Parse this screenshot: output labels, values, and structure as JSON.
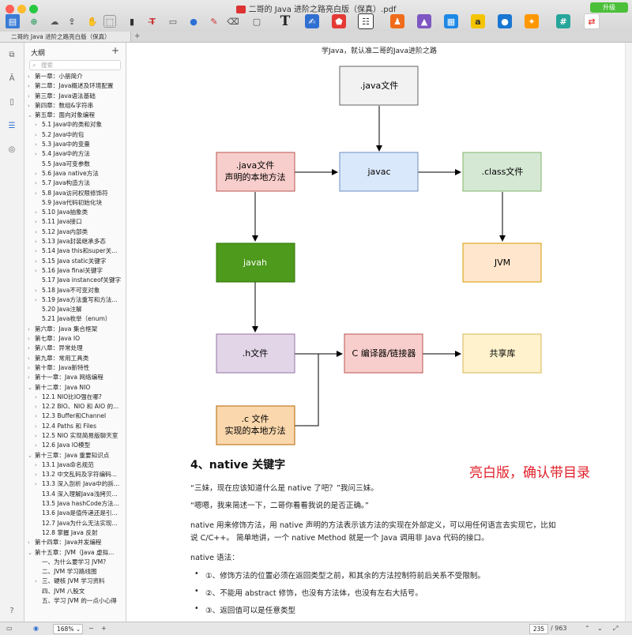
{
  "window": {
    "title": "二哥的 Java 进阶之路亮白版（保真）.pdf",
    "upgrade_label": "升级"
  },
  "tab": {
    "label": "二哥的 Java 进阶之路亮白版（保真）",
    "add": "+"
  },
  "sidebar": {
    "heading": "大纲",
    "add": "+",
    "search_placeholder": "搜索",
    "items": [
      {
        "label": "第一章：小册简介",
        "level": 0,
        "chevron": "›"
      },
      {
        "label": "第二章：Java概述及环境配置",
        "level": 0,
        "chevron": "›"
      },
      {
        "label": "第三章：Java语法基础",
        "level": 0,
        "chevron": "›"
      },
      {
        "label": "第四章：数组&字符串",
        "level": 0,
        "chevron": "›"
      },
      {
        "label": "第五章：面向对象编程",
        "level": 0,
        "chevron": "⌄"
      },
      {
        "label": "5.1 Java中的类和对象",
        "level": 1,
        "chevron": "›"
      },
      {
        "label": "5.2 Java中的包",
        "level": 1,
        "chevron": "›"
      },
      {
        "label": "5.3 Java中的变量",
        "level": 1,
        "chevron": "›"
      },
      {
        "label": "5.4 Java中的方法",
        "level": 1,
        "chevron": "›"
      },
      {
        "label": "5.5 Java可变参数",
        "level": 1,
        "chevron": ""
      },
      {
        "label": "5.6 Java native方法",
        "level": 1,
        "chevron": "›"
      },
      {
        "label": "5.7 Java构造方法",
        "level": 1,
        "chevron": "›"
      },
      {
        "label": "5.8 Java访问权限修饰符",
        "level": 1,
        "chevron": "›"
      },
      {
        "label": "5.9 Java代码初始化块",
        "level": 1,
        "chevron": ""
      },
      {
        "label": "5.10 Java抽象类",
        "level": 1,
        "chevron": "›"
      },
      {
        "label": "5.11 Java接口",
        "level": 1,
        "chevron": "›"
      },
      {
        "label": "5.12 Java内部类",
        "level": 1,
        "chevron": "›"
      },
      {
        "label": "5.13 Java封装继承多态",
        "level": 1,
        "chevron": "›"
      },
      {
        "label": "5.14 Java this和super关...",
        "level": 1,
        "chevron": "›"
      },
      {
        "label": "5.15 Java static关键字",
        "level": 1,
        "chevron": "›"
      },
      {
        "label": "5.16 Java final关键字",
        "level": 1,
        "chevron": "›"
      },
      {
        "label": "5.17 Java instanceof关键字",
        "level": 1,
        "chevron": ""
      },
      {
        "label": "5.18 Java不可变对象",
        "level": 1,
        "chevron": "›"
      },
      {
        "label": "5.19 Java方法重写和方法...",
        "level": 1,
        "chevron": "›"
      },
      {
        "label": "5.20 Java注解",
        "level": 1,
        "chevron": ""
      },
      {
        "label": "5.21 Java枚举（enum）",
        "level": 1,
        "chevron": ""
      },
      {
        "label": "第六章：Java 集合框架",
        "level": 0,
        "chevron": "›"
      },
      {
        "label": "第七章：Java IO",
        "level": 0,
        "chevron": "›"
      },
      {
        "label": "第八章：异常处理",
        "level": 0,
        "chevron": "›"
      },
      {
        "label": "第九章：常用工具类",
        "level": 0,
        "chevron": "›"
      },
      {
        "label": "第十章：Java新特性",
        "level": 0,
        "chevron": "›"
      },
      {
        "label": "第十一章：Java 网络编程",
        "level": 0,
        "chevron": "›"
      },
      {
        "label": "第十二章：Java NIO",
        "level": 0,
        "chevron": "⌄"
      },
      {
        "label": "12.1 NIO比IO强在哪?",
        "level": 1,
        "chevron": "›"
      },
      {
        "label": "12.2 BIO、NIO 和 AIO 的...",
        "level": 1,
        "chevron": "›"
      },
      {
        "label": "12.3 Buffer和Channel",
        "level": 1,
        "chevron": "›"
      },
      {
        "label": "12.4 Paths 和 Files",
        "level": 1,
        "chevron": "›"
      },
      {
        "label": "12.5 NIO 实现简易版聊天室",
        "level": 1,
        "chevron": "›"
      },
      {
        "label": "12.6 Java IO模型",
        "level": 1,
        "chevron": "›"
      },
      {
        "label": "第十三章：Java 重要知识点",
        "level": 0,
        "chevron": "⌄"
      },
      {
        "label": "13.1 Java命名规范",
        "level": 1,
        "chevron": "›"
      },
      {
        "label": "13.2 中文乱码及字符编码...",
        "level": 1,
        "chevron": "›"
      },
      {
        "label": "13.3 深入剖析 Java中的拆...",
        "level": 1,
        "chevron": "›"
      },
      {
        "label": "13.4 深入理解Java浅拷贝...",
        "level": 1,
        "chevron": ""
      },
      {
        "label": "13.5 Java hashCode方法...",
        "level": 1,
        "chevron": ""
      },
      {
        "label": "13.6 Java是值传递还是引...",
        "level": 1,
        "chevron": ""
      },
      {
        "label": "12.7 Java为什么无法实现...",
        "level": 1,
        "chevron": ""
      },
      {
        "label": "12.8 掌握 Java 反射",
        "level": 1,
        "chevron": ""
      },
      {
        "label": "第十四章：Java并发编程",
        "level": 0,
        "chevron": "›"
      },
      {
        "label": "第十五章：JVM（Java 虚拟...",
        "level": 0,
        "chevron": "⌄"
      },
      {
        "label": "一、为什么要学习 JVM?",
        "level": 1,
        "chevron": ""
      },
      {
        "label": "二、JVM 学习路线图",
        "level": 1,
        "chevron": ""
      },
      {
        "label": "三、硬核 JVM 学习资料",
        "level": 1,
        "chevron": "›"
      },
      {
        "label": "四、JVM 八股文",
        "level": 1,
        "chevron": ""
      },
      {
        "label": "五、学习 JVM 的一点小心得",
        "level": 1,
        "chevron": ""
      }
    ]
  },
  "document": {
    "page_header": "学Java，就认准二哥的Java进阶之路",
    "diagram": {
      "nodes": {
        "java_file": ".java文件",
        "native_src_1": ".java文件",
        "native_src_2": "声明的本地方法",
        "javac": "javac",
        "class_file": ".class文件",
        "javah": "javah",
        "jvm": "JVM",
        "h_file": ".h文件",
        "compiler": "C 编译器/链接器",
        "shared_lib": "共享库",
        "c_file_1": ".c 文件",
        "c_file_2": "实现的本地方法"
      },
      "colors": {
        "gray": "#f2f2f2",
        "red": "#f8cecc",
        "blue": "#dae8fc",
        "green": "#d5e8d4",
        "javah": "#4d9a1c",
        "jvm": "#ffe6cc",
        "purple": "#e1d5e7",
        "yellow": "#fff2cc",
        "orange": "#fad7ac"
      }
    },
    "heading": "4、native 关键字",
    "watermark": "亮白版，确认带目录",
    "paragraphs": [
      "“三妹，现在应该知道什么是 native 了吧？”我问三妹。",
      "“嗯嗯，我来简述一下，二哥你看看我说的是否正确。”",
      "native 用来修饰方法，用 native 声明的方法表示该方法的实现在外部定义，可以用任何语言去实现它，比如",
      "说 C/C++。 简单地讲，一个 native Method 就是一个 Java 调用非 Java 代码的接口。",
      "native 语法："
    ],
    "bullets": [
      "①、修饰方法的位置必须在返回类型之前，和其余的方法控制符前后关系不受限制。",
      "②、不能用 abstract 修饰，也没有方法体，也没有左右大括号。",
      "③、返回值可以是任意类型"
    ]
  },
  "statusbar": {
    "zoom": "168%",
    "minus": "−",
    "plus": "+",
    "current_page": "235",
    "total_pages": "/ 963"
  }
}
